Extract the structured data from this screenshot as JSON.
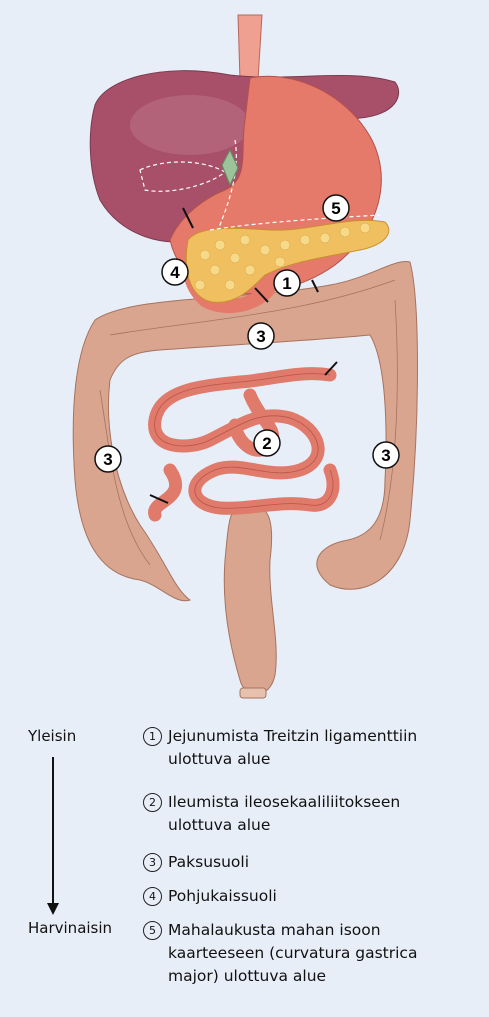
{
  "callouts": {
    "c1": "1",
    "c2": "2",
    "c3a": "3",
    "c3b": "3",
    "c3c": "3",
    "c4": "4",
    "c5": "5"
  },
  "legend": {
    "top_label": "Yleisin",
    "bottom_label": "Harvinaisin",
    "items": [
      {
        "num": "1",
        "text": "Jejunumista Treitzin ligamenttiin ulottuva alue"
      },
      {
        "num": "2",
        "text": "Ileumista ileosekaaliliitokseen ulottuva alue"
      },
      {
        "num": "3",
        "text": "Paksusuoli"
      },
      {
        "num": "4",
        "text": "Pohjukaissuoli"
      },
      {
        "num": "5",
        "text": "Mahalaukusta mahan isoon kaarteeseen (curvatura gastrica major) ulottuva alue"
      }
    ]
  },
  "colors": {
    "background": "#e8eef8",
    "liver": "#a8506a",
    "stomach": "#e5796a",
    "pancreas": "#f0c060",
    "colon": "#d9a58f",
    "small_intestine": "#e07a6a"
  }
}
